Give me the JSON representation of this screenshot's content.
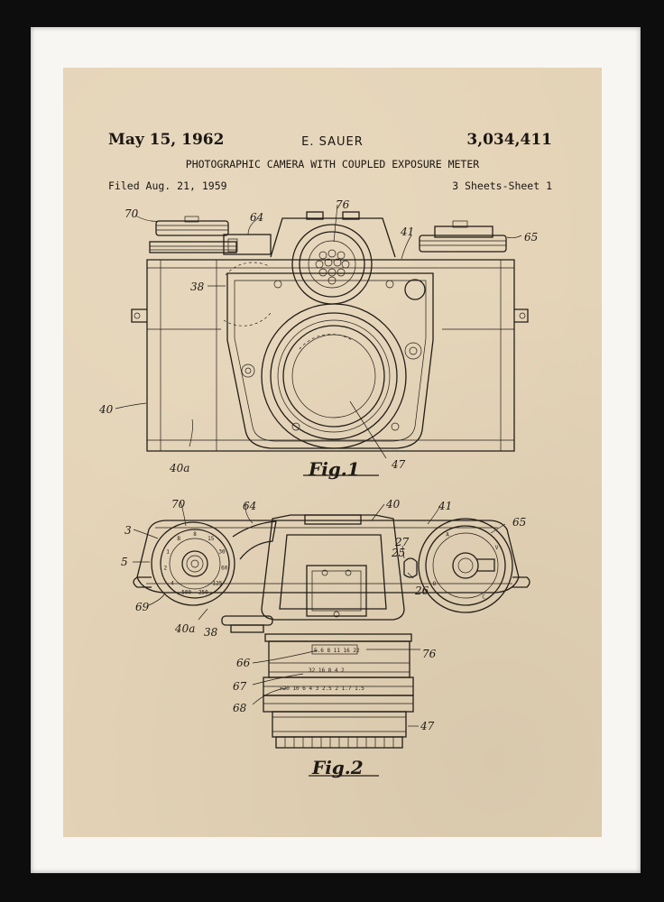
{
  "patent": {
    "date": "May 15, 1962",
    "inventor": "E. SAUER",
    "number": "3,034,411",
    "title": "PHOTOGRAPHIC CAMERA WITH COUPLED EXPOSURE METER",
    "filed": "Filed Aug. 21, 1959",
    "sheets": "3 Sheets-Sheet 1"
  },
  "figures": {
    "fig1": {
      "caption": "Fig.1",
      "refs": {
        "r70": "70",
        "r64": "64",
        "r76": "76",
        "r41": "41",
        "r65": "65",
        "r38": "38",
        "r40": "40",
        "r40a": "40a",
        "r47": "47"
      }
    },
    "fig2": {
      "caption": "Fig.2",
      "refs": {
        "r70": "70",
        "r64": "64",
        "r40": "40",
        "r41": "41",
        "r65": "65",
        "r3": "3",
        "r5": "5",
        "r27": "27",
        "r25": "25",
        "r26": "26",
        "r69": "69",
        "r40a": "40a",
        "r38": "38",
        "r66": "66",
        "r76": "76",
        "r67": "67",
        "r68": "68",
        "r47": "47"
      },
      "dial_left": [
        "8",
        "15",
        "30",
        "60",
        "125",
        "250",
        "500",
        "4",
        "2",
        "1",
        "B"
      ],
      "scale_a": "5.6 8 11 16 22",
      "scale_b": "32 16 8 4 2",
      "scale_c": "∞20 10 6 4 3 2.5 2 1.7 1.5",
      "dial_right": [
        "A",
        "V",
        "C",
        "O"
      ]
    }
  },
  "colors": {
    "paper": "#e4d3b6",
    "ink": "#231e18",
    "frame": "#0d0d0d",
    "mat": "#f7f6f2"
  }
}
